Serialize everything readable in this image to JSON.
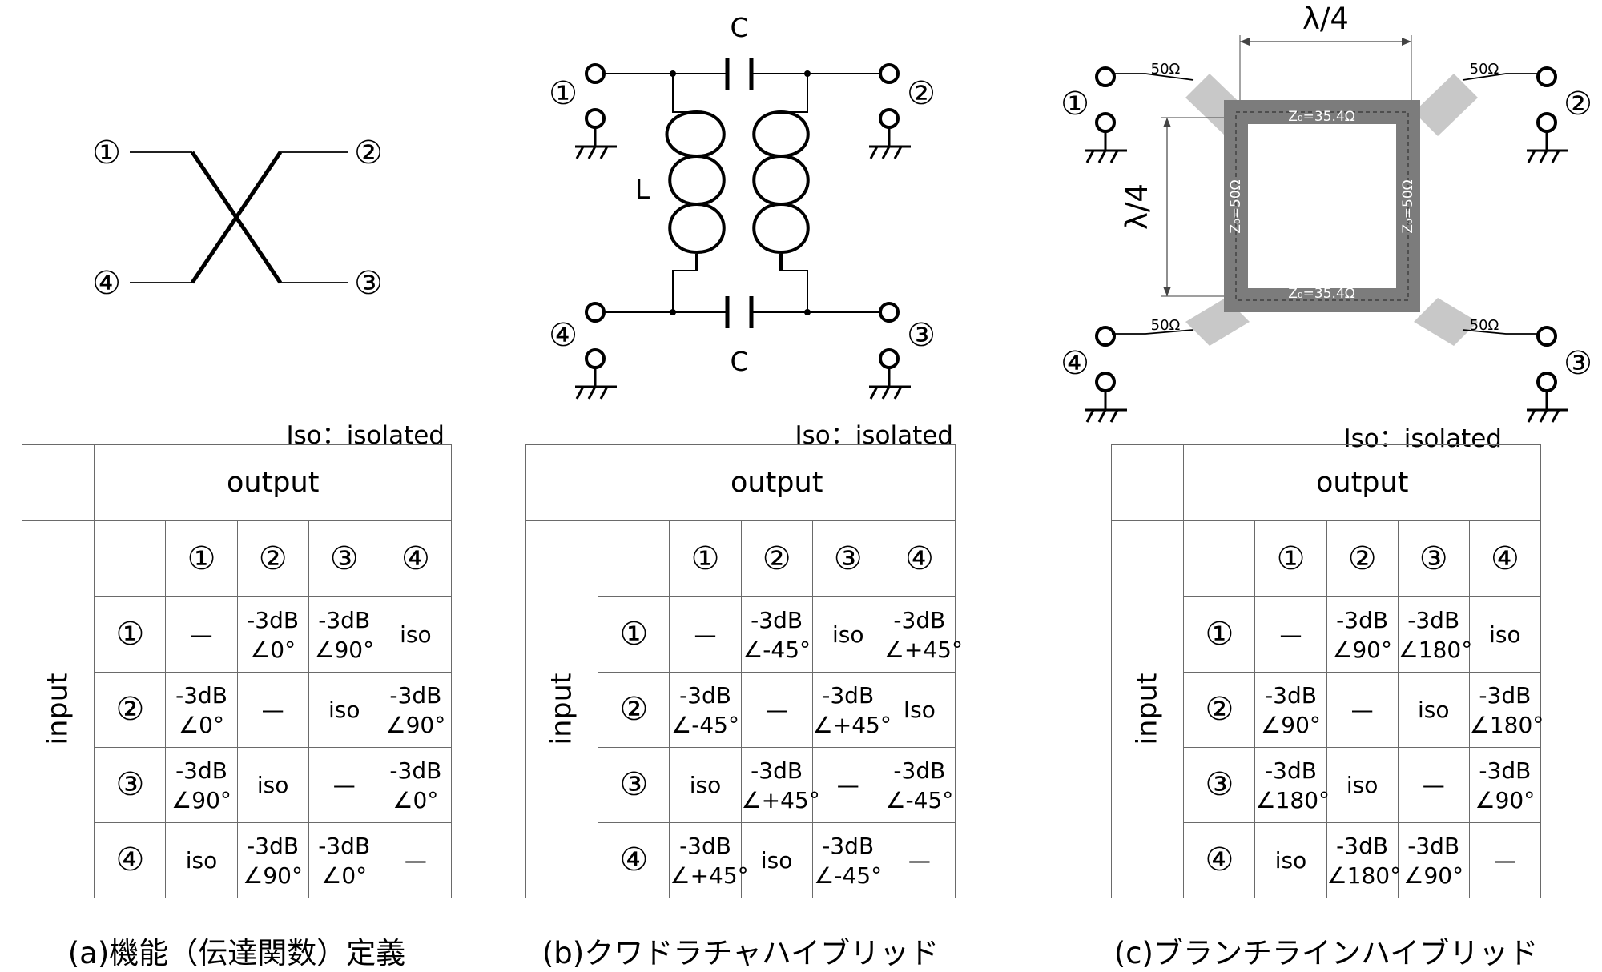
{
  "diagrams": {
    "a": {
      "ports": [
        "①",
        "②",
        "③",
        "④"
      ]
    },
    "b": {
      "cap_label": "C",
      "ind_label": "L",
      "ports": [
        "①",
        "②",
        "③",
        "④"
      ]
    },
    "c": {
      "length_label": "λ/4",
      "z_horizontal": "Z₀=35.4Ω",
      "z_vertical": "Z₀=50Ω",
      "port_impedance": "50Ω",
      "ports": [
        "①",
        "②",
        "③",
        "④"
      ]
    }
  },
  "tables": [
    {
      "note": "Iso：isolated",
      "output_label": "output",
      "input_label": "input",
      "ports": [
        "①",
        "②",
        "③",
        "④"
      ],
      "rows": [
        [
          "—",
          "-3dB\n∠0°",
          "-3dB\n∠90°",
          "iso"
        ],
        [
          "-3dB\n∠0°",
          "—",
          "iso",
          "-3dB\n∠90°"
        ],
        [
          "-3dB\n∠90°",
          "iso",
          "—",
          "-3dB\n∠0°"
        ],
        [
          "iso",
          "-3dB\n∠90°",
          "-3dB\n∠0°",
          "—"
        ]
      ],
      "caption": "(a)機能（伝達関数）定義"
    },
    {
      "note": "Iso：isolated",
      "output_label": "output",
      "input_label": "input",
      "ports": [
        "①",
        "②",
        "③",
        "④"
      ],
      "rows": [
        [
          "—",
          "-3dB\n∠-45°",
          "iso",
          "-3dB\n∠+45°"
        ],
        [
          "-3dB\n∠-45°",
          "—",
          "-3dB\n∠+45°",
          "Iso"
        ],
        [
          "iso",
          "-3dB\n∠+45°",
          "—",
          "-3dB\n∠-45°"
        ],
        [
          "-3dB\n∠+45°",
          "iso",
          "-3dB\n∠-45°",
          "—"
        ]
      ],
      "caption": "(b)クワドラチャハイブリッド"
    },
    {
      "note": "Iso：isolated",
      "output_label": "output",
      "input_label": "input",
      "ports": [
        "①",
        "②",
        "③",
        "④"
      ],
      "rows": [
        [
          "—",
          "-3dB\n∠90°",
          "-3dB\n∠180°",
          "iso"
        ],
        [
          "-3dB\n∠90°",
          "—",
          "iso",
          "-3dB\n∠180°"
        ],
        [
          "-3dB\n∠180°",
          "iso",
          "—",
          "-3dB\n∠90°"
        ],
        [
          "iso",
          "-3dB\n∠180°",
          "-3dB\n∠90°",
          "—"
        ]
      ],
      "caption": "(c)ブランチラインハイブリッド"
    }
  ]
}
